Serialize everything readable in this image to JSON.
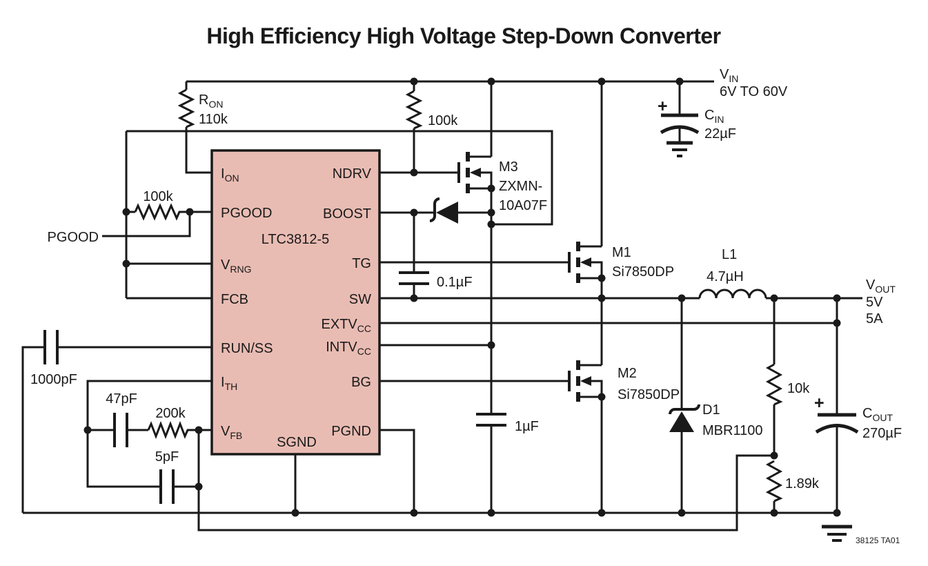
{
  "title": "High Efficiency High Voltage Step-Down Converter",
  "ic": {
    "part": "LTC3812-5",
    "pins": {
      "ion": {
        "base": "I",
        "sub": "ON"
      },
      "pgood": {
        "base": "PGOOD",
        "sub": ""
      },
      "vrng": {
        "base": "V",
        "sub": "RNG"
      },
      "fcb": {
        "base": "FCB",
        "sub": ""
      },
      "runss": {
        "base": "RUN/SS",
        "sub": ""
      },
      "ith": {
        "base": "I",
        "sub": "TH"
      },
      "vfb": {
        "base": "V",
        "sub": "FB"
      },
      "sgnd": {
        "base": "SGND",
        "sub": ""
      },
      "ndrv": {
        "base": "NDRV",
        "sub": ""
      },
      "boost": {
        "base": "BOOST",
        "sub": ""
      },
      "tg": {
        "base": "TG",
        "sub": ""
      },
      "sw": {
        "base": "SW",
        "sub": ""
      },
      "extvcc": {
        "base": "EXTV",
        "sub": "CC"
      },
      "intvcc": {
        "base": "INTV",
        "sub": "CC"
      },
      "bg": {
        "base": "BG",
        "sub": ""
      },
      "pgnd": {
        "base": "PGND",
        "sub": ""
      }
    }
  },
  "components": {
    "ron": {
      "name_base": "R",
      "name_sub": "ON",
      "value": "110k"
    },
    "r_ndrv": {
      "value": "100k"
    },
    "r_pgood": {
      "value": "100k"
    },
    "c_ss": {
      "value": "1000pF"
    },
    "c47": {
      "value": "47pF"
    },
    "r200": {
      "value": "200k"
    },
    "c5": {
      "value": "5pF"
    },
    "c_boost": {
      "value": "0.1µF"
    },
    "c1u": {
      "value": "1µF"
    },
    "m3": {
      "ref": "M3",
      "part_line1": "ZXMN-",
      "part_line2": "10A07F"
    },
    "m1": {
      "ref": "M1",
      "part": "Si7850DP"
    },
    "m2": {
      "ref": "M2",
      "part": "Si7850DP"
    },
    "d1": {
      "ref": "D1",
      "part": "MBR1100"
    },
    "l1": {
      "ref": "L1",
      "value": "4.7µH"
    },
    "cin": {
      "name_base": "C",
      "name_sub": "IN",
      "value": "22µF",
      "plus": "+"
    },
    "cout": {
      "name_base": "C",
      "name_sub": "OUT",
      "value": "270µF",
      "plus": "+"
    },
    "r10k": {
      "value": "10k"
    },
    "r189": {
      "value": "1.89k"
    }
  },
  "nets": {
    "vin": {
      "base": "V",
      "sub": "IN",
      "range": "6V TO 60V"
    },
    "vout": {
      "base": "V",
      "sub": "OUT",
      "line1": "5V",
      "line2": "5A"
    },
    "pgood": "PGOOD"
  },
  "note": "38125 TA01",
  "colors": {
    "wire": "#1a1a1a",
    "ic_fill": "#e9bcb3",
    "background": "#ffffff"
  }
}
